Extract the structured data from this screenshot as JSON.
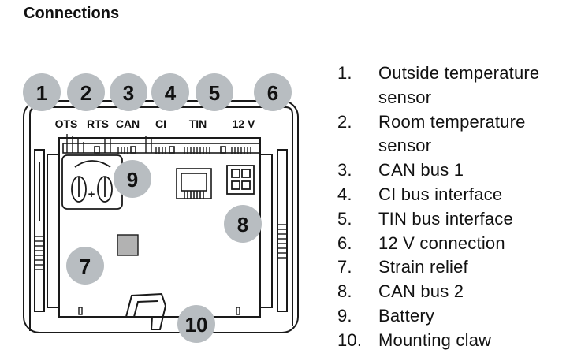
{
  "heading": "Connections",
  "terminals": {
    "ots": "OTS",
    "rts": "RTS",
    "can": "CAN",
    "ci": "CI",
    "tin": "TIN",
    "v12": "12 V"
  },
  "polarity": "+",
  "callouts": [
    "1",
    "2",
    "3",
    "4",
    "5",
    "6",
    "7",
    "8",
    "9",
    "10"
  ],
  "legend": [
    {
      "num": "1.",
      "text": "Outside temperature sensor"
    },
    {
      "num": "2.",
      "text": "Room temperature sensor"
    },
    {
      "num": "3.",
      "text": "CAN bus 1"
    },
    {
      "num": "4.",
      "text": "CI bus interface"
    },
    {
      "num": "5.",
      "text": "TIN bus interface"
    },
    {
      "num": "6.",
      "text": "12 V connection"
    },
    {
      "num": "7.",
      "text": "Strain relief"
    },
    {
      "num": "8.",
      "text": "CAN bus 2"
    },
    {
      "num": "9.",
      "text": "Battery"
    },
    {
      "num": "10.",
      "text": "Mounting claw"
    }
  ],
  "colors": {
    "callout_fill": "#b8bdc1",
    "outline": "#1a1a1a",
    "pad_fill": "#b2b2b2"
  }
}
